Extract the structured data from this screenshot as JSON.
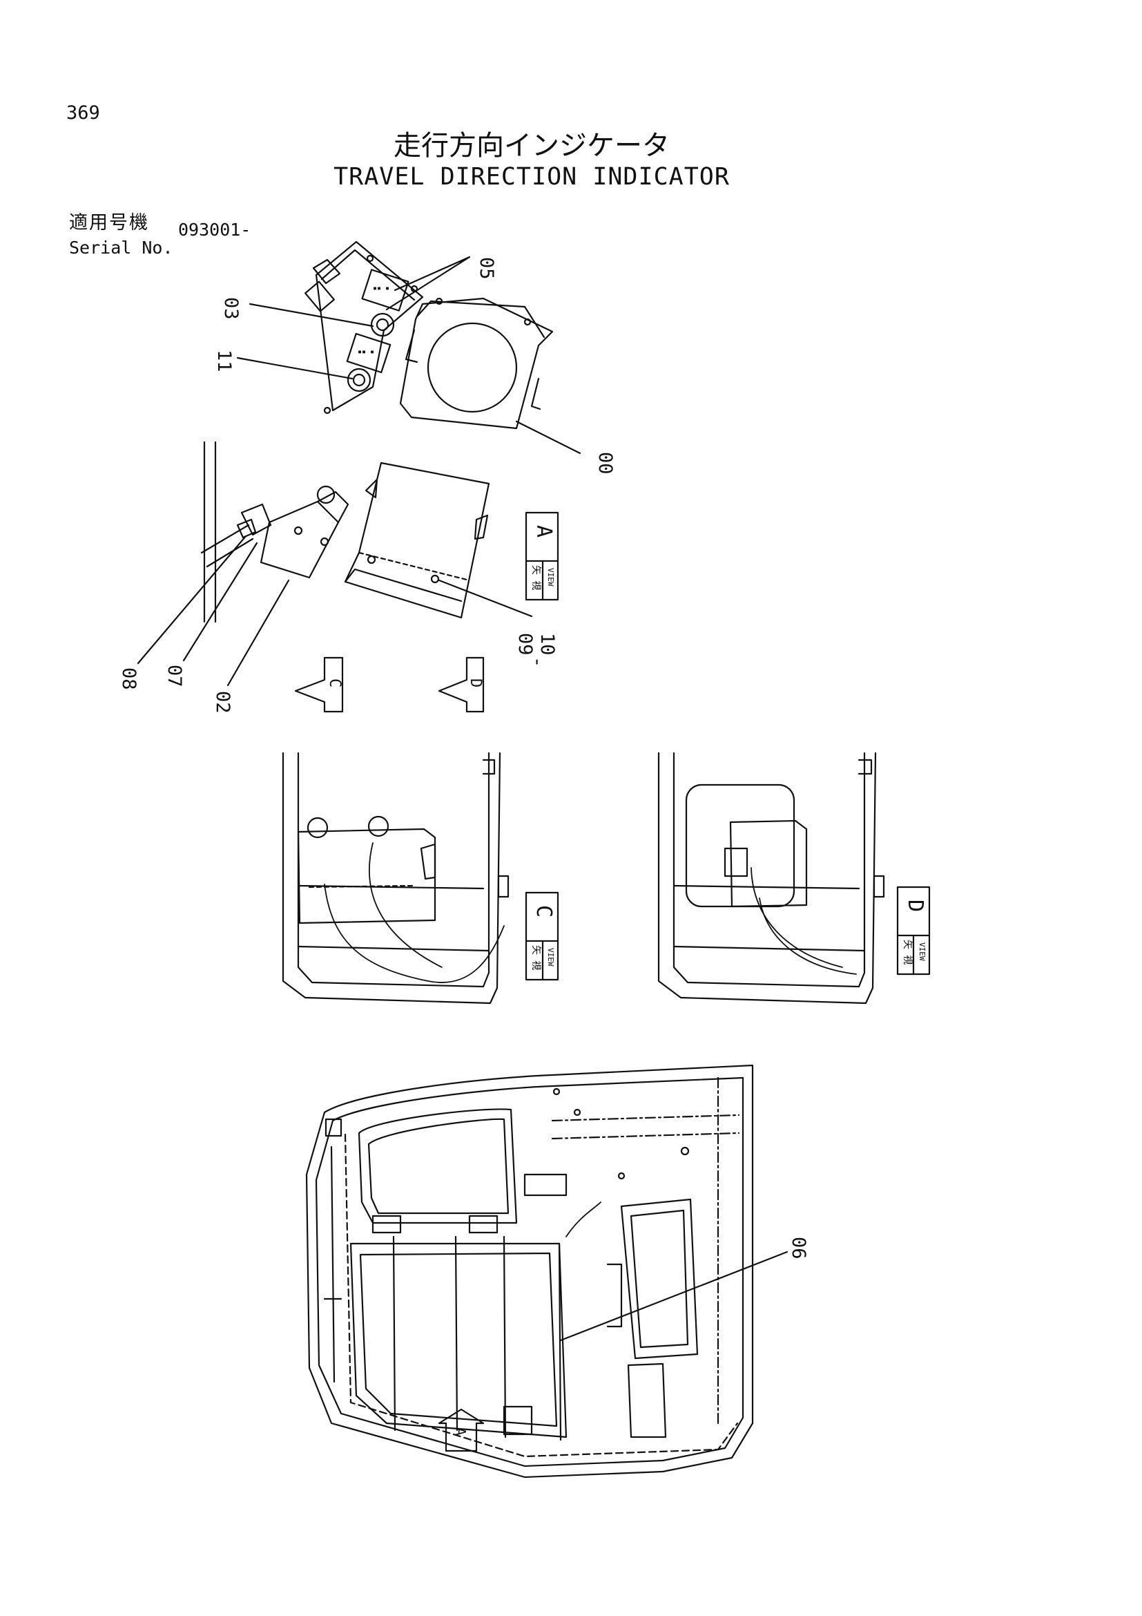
{
  "page": {
    "number": "369",
    "title_jp": "走行方向インジケータ",
    "title_en": "TRAVEL DIRECTION INDICATOR"
  },
  "serial": {
    "label_jp": "適用号機",
    "label_en": "Serial No.",
    "value": "093001-"
  },
  "part_callouts": {
    "p00": "00",
    "p02": "02",
    "p03": "03",
    "p05": "05",
    "p06": "06",
    "p07": "07",
    "p08": "08",
    "p09": "09",
    "p09_dash": "-",
    "p10": "10",
    "p11": "11"
  },
  "view_tags": {
    "arrow_word": "矢 視",
    "view_word": "VIEW",
    "a": "A",
    "c": "C",
    "d": "D"
  },
  "arrow_markers": {
    "c": "C",
    "d": "D",
    "a": "A"
  }
}
